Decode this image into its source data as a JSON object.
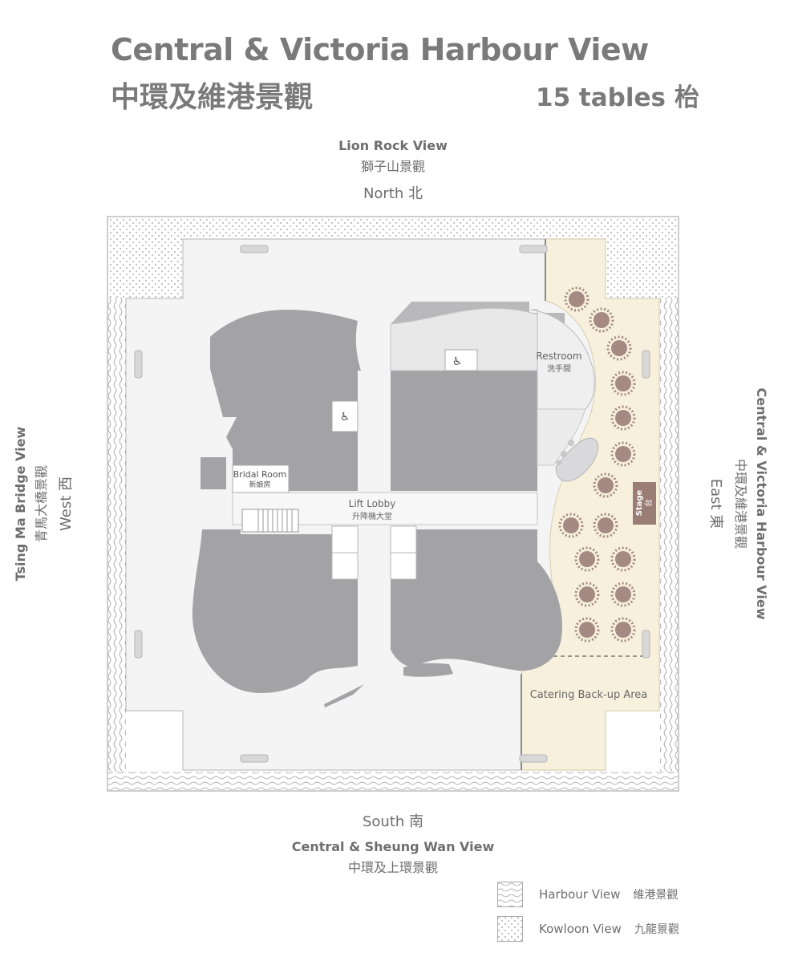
{
  "title": {
    "en": "Central & Victoria Harbour View",
    "zh": "中環及維港景觀",
    "capacity": "15 tables 枱"
  },
  "north": {
    "view": "Lion Rock View",
    "view_zh": "獅子山景觀",
    "compass": "North 北"
  },
  "south": {
    "compass": "South 南",
    "view": "Central & Sheung Wan View",
    "view_zh": "中環及上環景觀"
  },
  "west": {
    "view": "Tsing Ma Bridge View",
    "view_zh": "青馬大橋景觀",
    "compass": "West 西"
  },
  "east": {
    "view": "Central & Victoria Harbour View",
    "view_zh": "中環及維港景觀",
    "compass": "East 東"
  },
  "rooms": {
    "restroom_en": "Restroom",
    "restroom_zh": "洗手間",
    "bridal_en": "Bridal Room",
    "bridal_zh": "新娘房",
    "lobby_en": "Lift Lobby",
    "lobby_zh": "升降機大堂",
    "stage_en": "Stage",
    "stage_zh": "台",
    "catering": "Catering Back-up Area"
  },
  "legend": [
    {
      "en": "Harbour View",
      "zh": "維港景觀",
      "pattern": "harbour-waves"
    },
    {
      "en": "Kowloon View",
      "zh": "九龍景觀",
      "pattern": "kowloon-dots"
    }
  ],
  "colors": {
    "frame": "#bdbdbd",
    "floor": "#f4f4f4",
    "void": "#a3a3a6",
    "event_area": "#f6f0dc",
    "table": "#a48a82",
    "stage": "#9a7d74"
  },
  "tables_count": 15
}
